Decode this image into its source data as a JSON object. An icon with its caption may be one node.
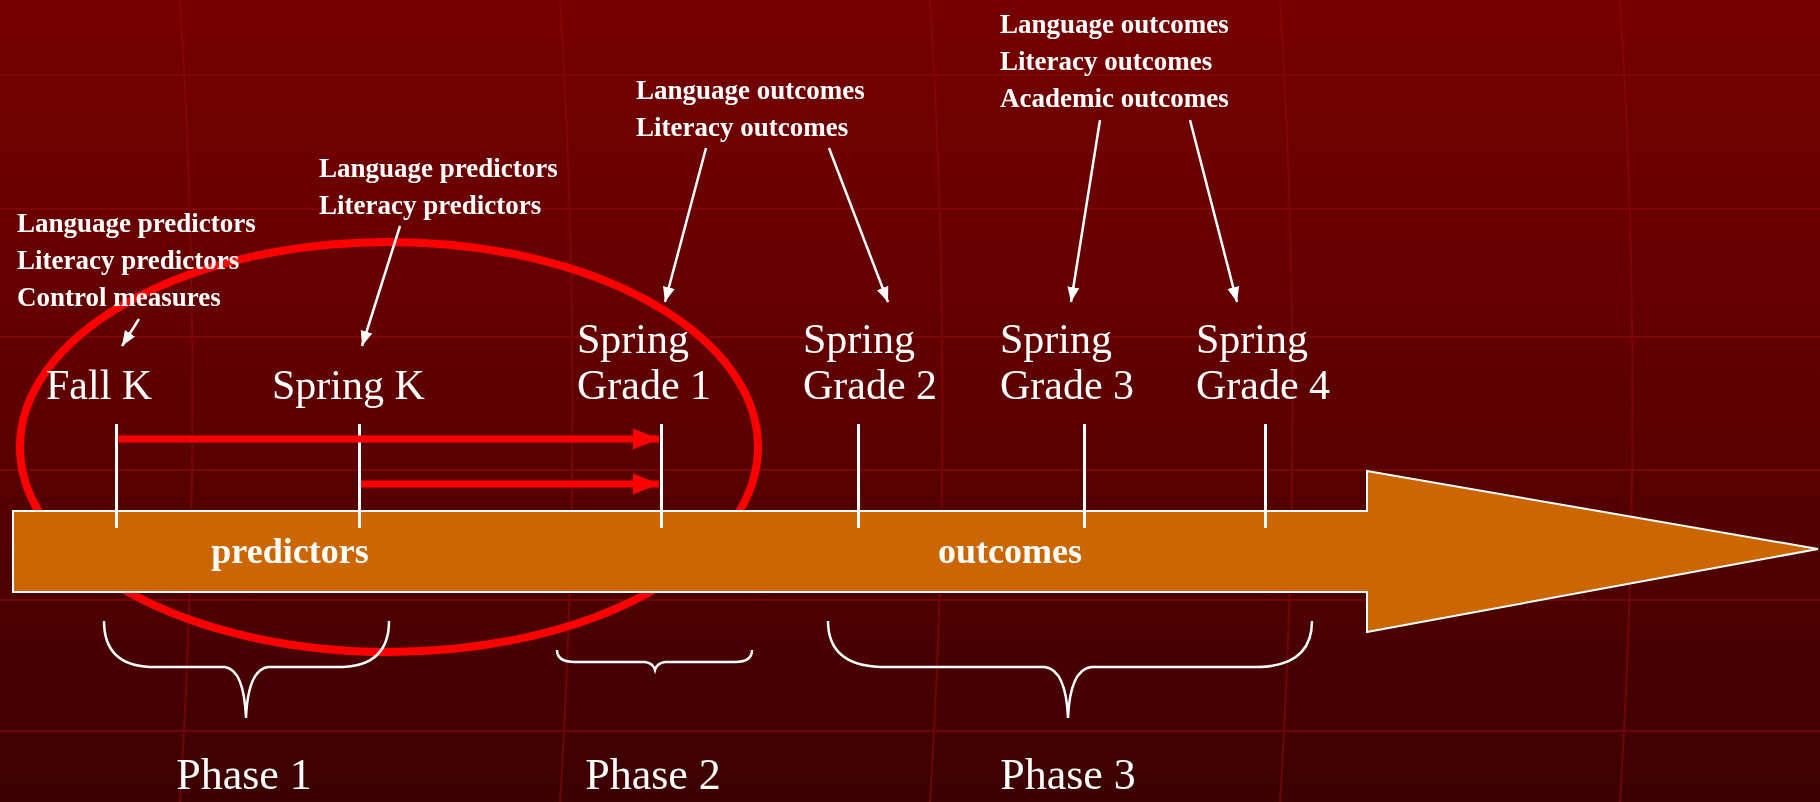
{
  "diagram": {
    "nodes": [
      {
        "text": [
          "Language predictors Literacy predictors Control measures"
        ]
      },
      {
        "text": [
          "Language predictors Literacy predictors"
        ]
      },
      {
        "text": [
          "Language outcomes Literacy outcomes"
        ]
      },
      {
        "text": [
          "Language outcomes Literacy outcomes Academic outcomes"
        ]
      },
      {
        "text": [
          "Fall K"
        ]
      },
      {
        "text": [
          "Spring K"
        ]
      },
      {
        "text": [
          "Spring Grade 1"
        ]
      },
      {
        "text": [
          "Spring Grade 2"
        ]
      },
      {
        "text": [
          "Spring Grade 3"
        ]
      },
      {
        "text": [
          "Spring Grade 4"
        ]
      },
      {
        "text": [
          "predictors",
          "outcomes"
        ]
      },
      {
        "text": [],
        "shape": "bar"
      },
      {
        "text": [],
        "shape": "bar"
      },
      {
        "text": [],
        "shape": "bar"
      },
      {
        "text": [],
        "shape": "bar"
      },
      {
        "text": [],
        "shape": "bar"
      },
      {
        "text": [],
        "shape": "bar"
      }
    ],
    "edges": [
      {
        "from": 0,
        "to": 4,
        "arrow": "to"
      },
      {
        "from": 1,
        "to": 5,
        "arrow": "to"
      },
      {
        "from": 2,
        "to": 6,
        "arrow": "to"
      },
      {
        "from": 2,
        "to": 7,
        "arrow": "to"
      },
      {
        "from": 3,
        "to": 8,
        "arrow": "to"
      },
      {
        "from": 3,
        "to": 9,
        "arrow": "to"
      },
      {
        "from": 11,
        "to": 13,
        "arrow": "to",
        "style": "thick",
        "color": "#ff0000"
      },
      {
        "from": 12,
        "to": 13,
        "arrow": "to",
        "style": "thick",
        "color": "#ff0000"
      }
    ],
    "labels": [
      "Phase 1",
      "Phase 2",
      "Phase 3"
    ]
  }
}
